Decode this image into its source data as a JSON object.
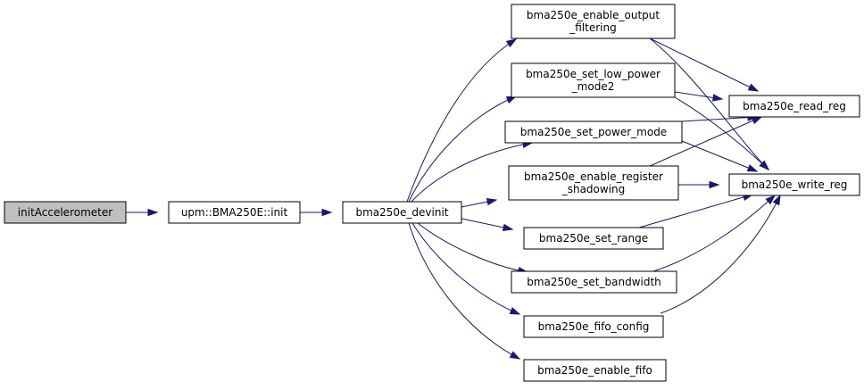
{
  "nodes": [
    {
      "id": "initAccelerometer",
      "lines": [
        "initAccelerometer"
      ],
      "root": true
    },
    {
      "id": "init",
      "lines": [
        "upm::BMA250E::init"
      ]
    },
    {
      "id": "devinit",
      "lines": [
        "bma250e_devinit"
      ]
    },
    {
      "id": "enable_output_filtering",
      "lines": [
        "bma250e_enable_output",
        "_filtering"
      ]
    },
    {
      "id": "set_low_power_mode2",
      "lines": [
        "bma250e_set_low_power",
        "_mode2"
      ]
    },
    {
      "id": "set_power_mode",
      "lines": [
        "bma250e_set_power_mode"
      ]
    },
    {
      "id": "enable_register_shadowing",
      "lines": [
        "bma250e_enable_register",
        "_shadowing"
      ]
    },
    {
      "id": "set_range",
      "lines": [
        "bma250e_set_range"
      ]
    },
    {
      "id": "set_bandwidth",
      "lines": [
        "bma250e_set_bandwidth"
      ]
    },
    {
      "id": "fifo_config",
      "lines": [
        "bma250e_fifo_config"
      ]
    },
    {
      "id": "enable_fifo",
      "lines": [
        "bma250e_enable_fifo"
      ]
    },
    {
      "id": "read_reg",
      "lines": [
        "bma250e_read_reg"
      ]
    },
    {
      "id": "write_reg",
      "lines": [
        "bma250e_write_reg"
      ]
    }
  ],
  "edges": [
    [
      "initAccelerometer",
      "init"
    ],
    [
      "init",
      "devinit"
    ],
    [
      "devinit",
      "enable_output_filtering"
    ],
    [
      "devinit",
      "set_low_power_mode2"
    ],
    [
      "devinit",
      "set_power_mode"
    ],
    [
      "devinit",
      "enable_register_shadowing"
    ],
    [
      "devinit",
      "set_range"
    ],
    [
      "devinit",
      "set_bandwidth"
    ],
    [
      "devinit",
      "fifo_config"
    ],
    [
      "devinit",
      "enable_fifo"
    ],
    [
      "enable_output_filtering",
      "read_reg"
    ],
    [
      "enable_output_filtering",
      "write_reg"
    ],
    [
      "set_low_power_mode2",
      "read_reg"
    ],
    [
      "set_low_power_mode2",
      "write_reg"
    ],
    [
      "set_power_mode",
      "read_reg"
    ],
    [
      "set_power_mode",
      "write_reg"
    ],
    [
      "enable_register_shadowing",
      "read_reg"
    ],
    [
      "enable_register_shadowing",
      "write_reg"
    ],
    [
      "set_range",
      "write_reg"
    ],
    [
      "set_bandwidth",
      "write_reg"
    ],
    [
      "fifo_config",
      "write_reg"
    ]
  ],
  "colors": {
    "edge": "#191970",
    "root_fill": "#bfbfbf",
    "node_fill": "#ffffff",
    "node_border": "#000000"
  }
}
